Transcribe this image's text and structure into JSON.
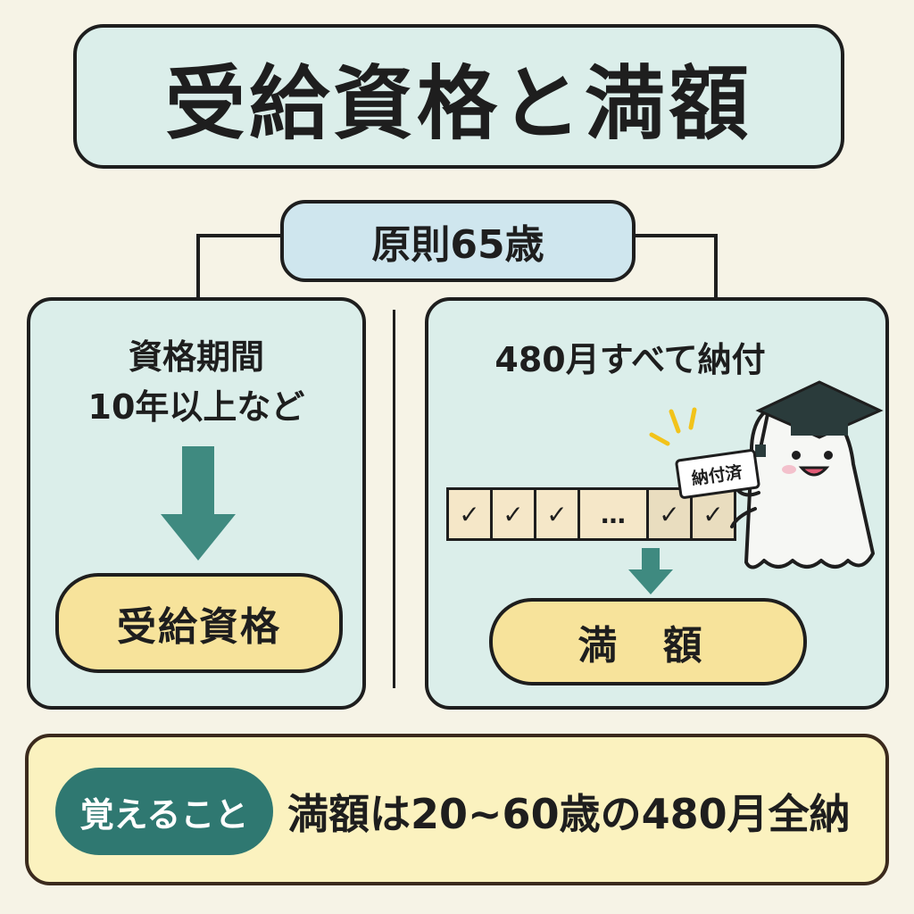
{
  "title": "受給資格と満額",
  "rule": "原則65歳",
  "left": {
    "condition_line1": "資格期間",
    "condition_line2": "10年以上など",
    "result": "受給資格"
  },
  "right": {
    "condition": "480月すべて納付",
    "stamp_label": "納付済",
    "months": [
      "✓",
      "✓",
      "✓",
      "…",
      "✓",
      "✓"
    ],
    "result": "満 額"
  },
  "memo": {
    "badge": "覚えること",
    "text": "満額は20~60歳の480月全納"
  },
  "colors": {
    "panel": "#dbeeea",
    "pill": "#f7e39b",
    "arrow": "#3f8a80",
    "badge": "#2f7871",
    "note_bg": "#fbf2bf"
  },
  "icons": {
    "mascot": "ghost-graduate-mascot-icon",
    "arrow": "arrow-down-icon",
    "check": "check-icon"
  }
}
